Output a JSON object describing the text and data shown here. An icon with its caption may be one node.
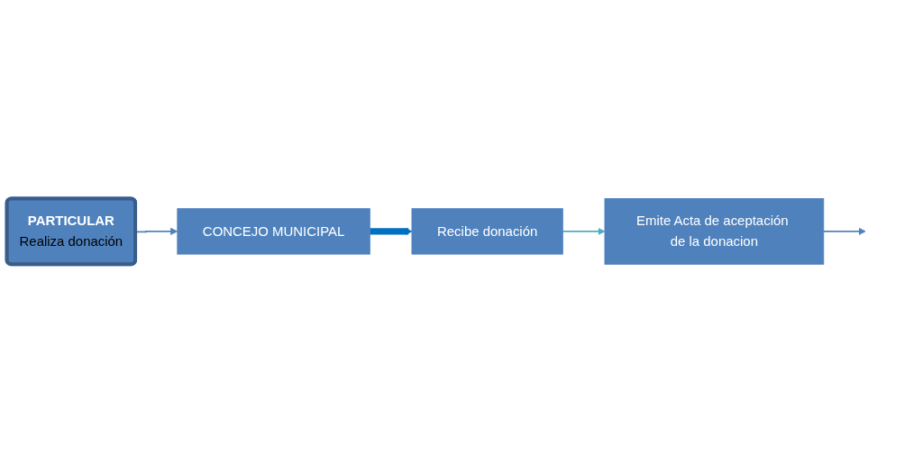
{
  "diagram": {
    "nodes": [
      {
        "text": [
          "PARTICULAR",
          "Realiza donación"
        ]
      },
      {
        "text": [
          "CONCEJO MUNICIPAL"
        ]
      },
      {
        "text": [
          "Recibe donación"
        ]
      },
      {
        "text": [
          "Emite Acta de aceptación de la donacion"
        ]
      }
    ],
    "edges": [
      {
        "from": 0,
        "to": 1,
        "arrow": "to"
      },
      {
        "from": 1,
        "to": 2,
        "arrow": "to",
        "style": "thick",
        "color": "#0070c0"
      },
      {
        "from": 2,
        "to": 3,
        "arrow": "to",
        "color": "#4bacc6"
      },
      {
        "from": 3,
        "to": null,
        "arrow": "to"
      }
    ]
  }
}
